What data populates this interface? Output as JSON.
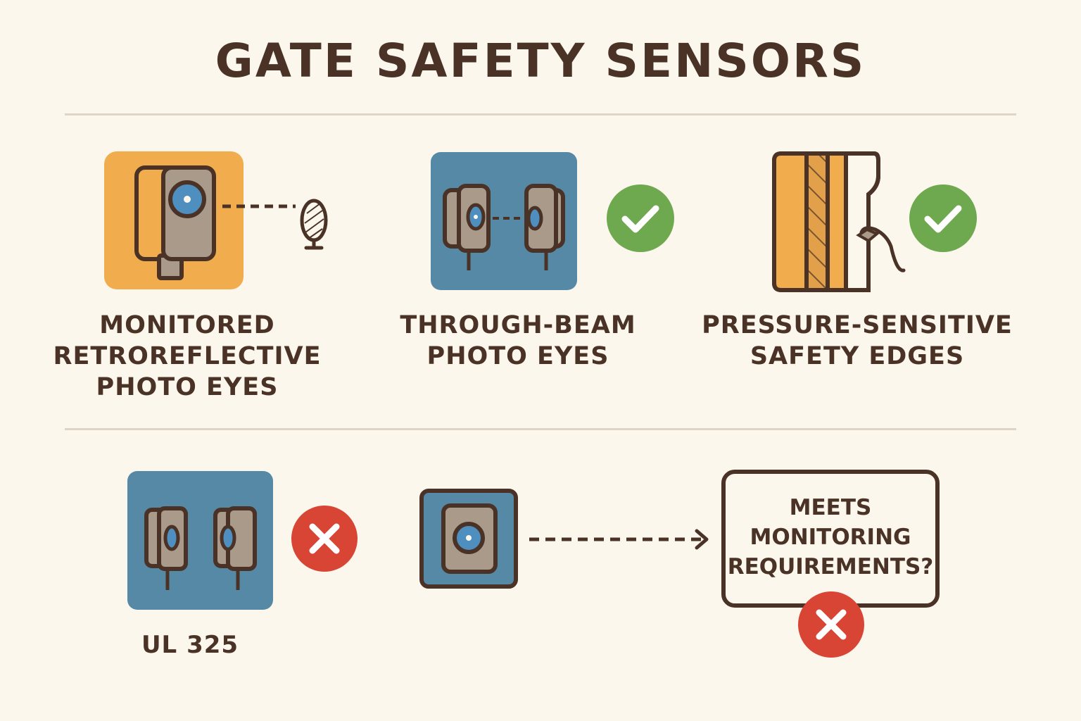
{
  "title": "GATE SAFETY SENSORS",
  "colors": {
    "background": "#fcf7ec",
    "ink": "#4a3326",
    "orange": "#f1ac4d",
    "blue": "#5689a6",
    "sensor_body": "#aa9a8a",
    "lens": "#4e8fbf",
    "check_green": "#6ea84f",
    "cross_red": "#d94535",
    "divider": "#dcd5c8"
  },
  "row1": {
    "retroreflective": {
      "label_lines": [
        "MONITORED",
        "RETROREFLECTIVE",
        "PHOTO EYES"
      ],
      "icon": "retroreflective-sensor-icon"
    },
    "through_beam": {
      "label_lines": [
        "THROUGH-BEAM",
        "PHOTO EYES"
      ],
      "icon": "through-beam-sensor-icon",
      "status": "check-icon"
    },
    "safety_edge": {
      "label_lines": [
        "PRESSURE-SENSITIVE",
        "SAFETY EDGES"
      ],
      "icon": "safety-edge-icon",
      "status": "check-icon"
    }
  },
  "row2": {
    "ul325": {
      "label": "UL 325",
      "icon": "sensor-pair-icon",
      "status": "cross-icon"
    },
    "single_sensor": {
      "icon": "single-sensor-icon"
    },
    "monitoring_box": {
      "lines": [
        "MEETS",
        "MONITORING",
        "REQUIREMENTS?"
      ],
      "status": "cross-icon"
    }
  }
}
